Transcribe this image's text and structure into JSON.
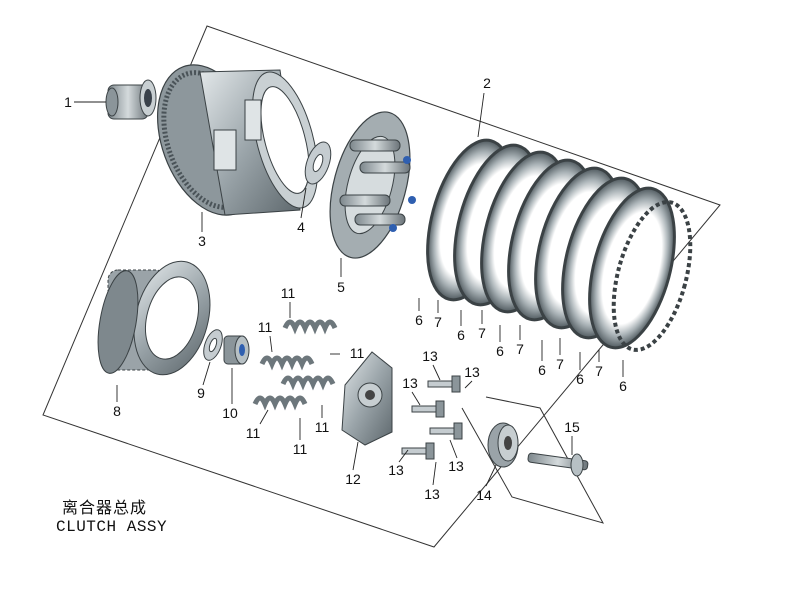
{
  "diagram": {
    "title_cn": "离合器总成",
    "title_en": "CLUTCH ASSY",
    "callouts": [
      {
        "id": "c1",
        "text": "1"
      },
      {
        "id": "c2",
        "text": "2"
      },
      {
        "id": "c3",
        "text": "3"
      },
      {
        "id": "c4",
        "text": "4"
      },
      {
        "id": "c5",
        "text": "5"
      },
      {
        "id": "c6a",
        "text": "6"
      },
      {
        "id": "c7a",
        "text": "7"
      },
      {
        "id": "c6b",
        "text": "6"
      },
      {
        "id": "c7b",
        "text": "7"
      },
      {
        "id": "c6c",
        "text": "6"
      },
      {
        "id": "c7c",
        "text": "7"
      },
      {
        "id": "c6d",
        "text": "6"
      },
      {
        "id": "c7d",
        "text": "7"
      },
      {
        "id": "c6e",
        "text": "6"
      },
      {
        "id": "c7e",
        "text": "7"
      },
      {
        "id": "c6f",
        "text": "6"
      },
      {
        "id": "c8",
        "text": "8"
      },
      {
        "id": "c9",
        "text": "9"
      },
      {
        "id": "c10",
        "text": "10"
      },
      {
        "id": "c11a",
        "text": "11"
      },
      {
        "id": "c11b",
        "text": "11"
      },
      {
        "id": "c11c",
        "text": "11"
      },
      {
        "id": "c11d",
        "text": "11"
      },
      {
        "id": "c11e",
        "text": "11"
      },
      {
        "id": "c11f",
        "text": "11"
      },
      {
        "id": "c12",
        "text": "12"
      },
      {
        "id": "c13a",
        "text": "13"
      },
      {
        "id": "c13b",
        "text": "13"
      },
      {
        "id": "c13c",
        "text": "13"
      },
      {
        "id": "c13d",
        "text": "13"
      },
      {
        "id": "c13e",
        "text": "13"
      },
      {
        "id": "c13f",
        "text": "13"
      },
      {
        "id": "c14",
        "text": "14"
      },
      {
        "id": "c15",
        "text": "15"
      }
    ]
  }
}
